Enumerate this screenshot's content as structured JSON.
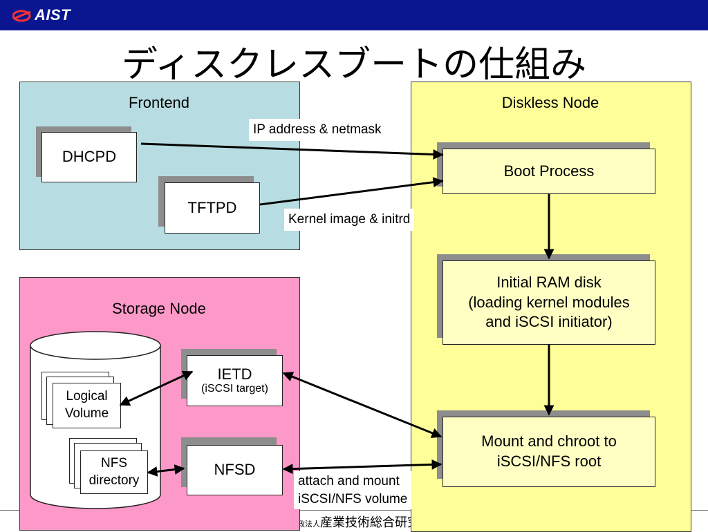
{
  "header": {
    "logo_text": "AIST",
    "bar_color": "#0a1690"
  },
  "title": "ディスクレスブートの仕組み",
  "frontend": {
    "label": "Frontend",
    "dhcpd": "DHCPD",
    "tftpd": "TFTPD"
  },
  "storage": {
    "label": "Storage Node",
    "logical_volume": [
      "Logical",
      "Volume"
    ],
    "nfs_directory": [
      "NFS",
      "directory"
    ],
    "ietd": "IETD",
    "ietd_sub": "(iSCSI target)",
    "nfsd": "NFSD"
  },
  "diskless": {
    "label": "Diskless Node",
    "boot_process": "Boot Process",
    "initrd": [
      "Initial RAM disk",
      "(loading kernel modules",
      "and iSCSI initiator)"
    ],
    "mount": [
      "Mount and chroot to",
      "iSCSI/NFS root"
    ]
  },
  "arrow_labels": {
    "ip": "IP address & netmask",
    "kernel": "Kernel image & initrd",
    "attach": [
      "attach and mount",
      "iSCSI/NFS volume"
    ]
  },
  "footer": {
    "org_prefix": "政法人",
    "org_name": "産業技術総合研究"
  },
  "colors": {
    "frontend": "#b7dde2",
    "storage": "#fd99c9",
    "diskless": "#ffff9a"
  }
}
